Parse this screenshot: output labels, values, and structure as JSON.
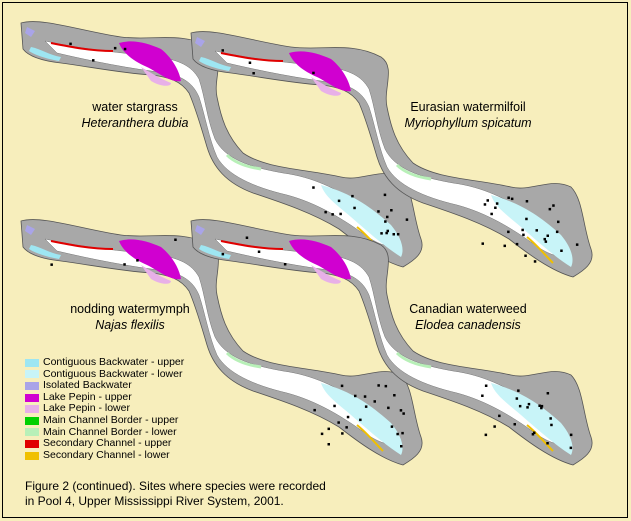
{
  "panels": [
    {
      "common": "water stargrass",
      "latin": "Heteranthera dubia"
    },
    {
      "common": "Eurasian watermilfoil",
      "latin": "Myriophyllum spicatum"
    },
    {
      "common": "nodding watermymph",
      "latin": "Najas flexilis"
    },
    {
      "common": "Canadian waterweed",
      "latin": "Elodea canadensis"
    }
  ],
  "legend": [
    {
      "label": "Contiguous Backwater - upper",
      "color": "#9ee6f2"
    },
    {
      "label": "Contiguous Backwater - lower",
      "color": "#c8f4f8"
    },
    {
      "label": "Isolated Backwater",
      "color": "#a9a4e8"
    },
    {
      "label": "Lake Pepin - upper",
      "color": "#d000d0"
    },
    {
      "label": "Lake Pepin - lower",
      "color": "#e8b0e8"
    },
    {
      "label": "Main Channel Border - upper",
      "color": "#00d000"
    },
    {
      "label": "Main Channel Border - lower",
      "color": "#b8f0b8"
    },
    {
      "label": "Secondary Channel - upper",
      "color": "#e00000"
    },
    {
      "label": "Secondary Channel - lower",
      "color": "#f0c000"
    }
  ],
  "caption": {
    "line1": "Figure 2 (continued).  Sites where species were recorded",
    "line2": "in Pool 4, Upper Mississippi River System, 2001."
  },
  "colors": {
    "background": "#f7eebc",
    "land_gray": "#a8a8a8",
    "main_channel": "#ffffff",
    "site_marker": "#000000"
  }
}
